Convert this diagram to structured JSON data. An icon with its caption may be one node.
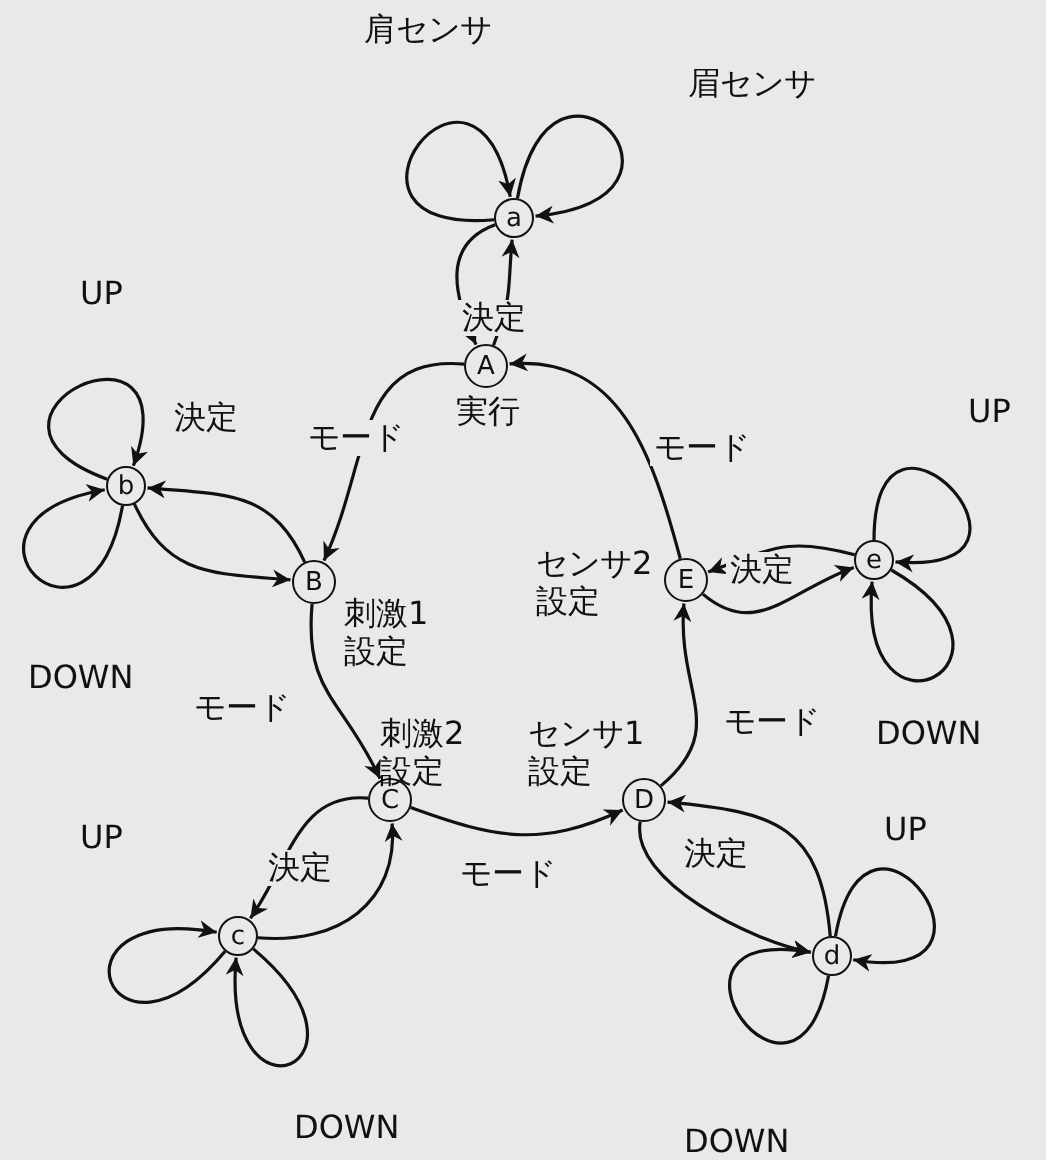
{
  "diagram": {
    "nodes": [
      {
        "text": [
          "a"
        ]
      },
      {
        "text": [
          "A"
        ],
        "beside": [
          "実行"
        ]
      },
      {
        "text": [
          "b"
        ]
      },
      {
        "text": [
          "B"
        ],
        "beside": [
          "刺激1設定"
        ]
      },
      {
        "text": [
          "E"
        ],
        "beside": [
          "センサ2設定"
        ]
      },
      {
        "text": [
          "e"
        ]
      },
      {
        "text": [
          "C"
        ],
        "beside": [
          "刺激2設定"
        ]
      },
      {
        "text": [
          "D"
        ],
        "beside": [
          "センサ1設定"
        ]
      },
      {
        "text": [
          "c"
        ]
      },
      {
        "text": [
          "d"
        ]
      }
    ],
    "edges": [
      {
        "from": 1,
        "to": 3,
        "arrow": "to",
        "label": "モード"
      },
      {
        "from": 3,
        "to": 6,
        "arrow": "to",
        "label": "モード"
      },
      {
        "from": 6,
        "to": 7,
        "arrow": "to",
        "label": "モード"
      },
      {
        "from": 7,
        "to": 4,
        "arrow": "to",
        "label": "モード"
      },
      {
        "from": 4,
        "to": 1,
        "arrow": "to",
        "label": "モード"
      },
      {
        "from": 1,
        "to": 0,
        "arrow": "to"
      },
      {
        "from": 0,
        "to": 1,
        "arrow": "to",
        "label": "決定"
      },
      {
        "from": 0,
        "to": 0,
        "arrow": "to",
        "label": "肩センサ"
      },
      {
        "from": 0,
        "to": 0,
        "arrow": "to",
        "label": "眉センサ"
      },
      {
        "from": 2,
        "to": 3,
        "arrow": "to",
        "label": "決定"
      },
      {
        "from": 3,
        "to": 2,
        "arrow": "to"
      },
      {
        "from": 2,
        "to": 2,
        "arrow": "to",
        "label": "UP"
      },
      {
        "from": 2,
        "to": 2,
        "arrow": "to",
        "label": "DOWN"
      },
      {
        "from": 6,
        "to": 8,
        "arrow": "to",
        "label": "決定"
      },
      {
        "from": 8,
        "to": 6,
        "arrow": "to"
      },
      {
        "from": 8,
        "to": 8,
        "arrow": "to",
        "label": "UP"
      },
      {
        "from": 8,
        "to": 8,
        "arrow": "to",
        "label": "DOWN"
      },
      {
        "from": 7,
        "to": 9,
        "arrow": "to",
        "label": "決定"
      },
      {
        "from": 9,
        "to": 7,
        "arrow": "to"
      },
      {
        "from": 9,
        "to": 9,
        "arrow": "to",
        "label": "UP"
      },
      {
        "from": 9,
        "to": 9,
        "arrow": "to",
        "label": "DOWN"
      },
      {
        "from": 4,
        "to": 5,
        "arrow": "to",
        "label": "決定"
      },
      {
        "from": 5,
        "to": 4,
        "arrow": "to"
      },
      {
        "from": 5,
        "to": 5,
        "arrow": "to",
        "label": "UP"
      },
      {
        "from": 5,
        "to": 5,
        "arrow": "to",
        "label": "DOWN"
      }
    ]
  }
}
